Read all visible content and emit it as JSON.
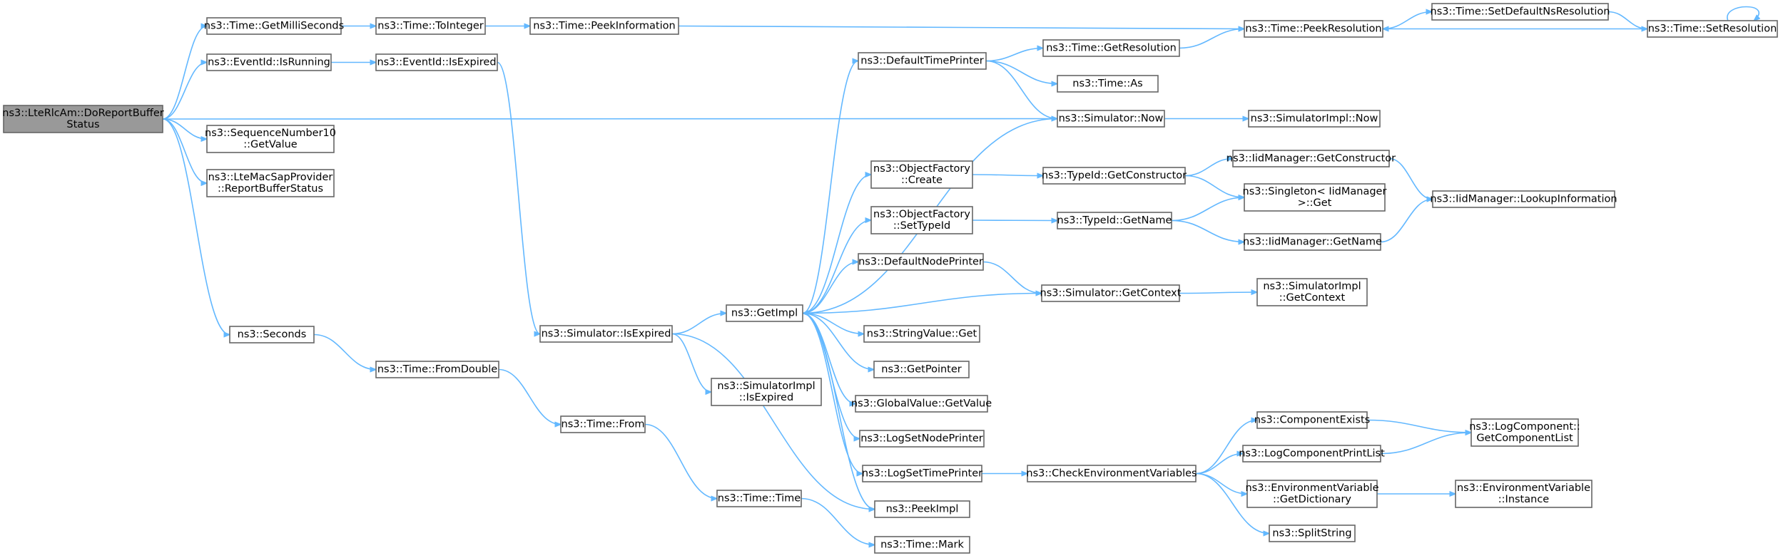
{
  "graph": {
    "root": "root",
    "nodes": [
      {
        "id": "root",
        "lines": [
          "ns3::LteRlcAm::DoReportBuffer",
          "Status"
        ],
        "root": true
      },
      {
        "id": "getMilli",
        "lines": [
          "ns3::Time::GetMilliSeconds"
        ]
      },
      {
        "id": "isRunning",
        "lines": [
          "ns3::EventId::IsRunning"
        ]
      },
      {
        "id": "seqGetValue",
        "lines": [
          "ns3::SequenceNumber10",
          "::GetValue"
        ]
      },
      {
        "id": "reportBuf",
        "lines": [
          "ns3::LteMacSapProvider",
          "::ReportBufferStatus"
        ]
      },
      {
        "id": "seconds",
        "lines": [
          "ns3::Seconds"
        ]
      },
      {
        "id": "toInteger",
        "lines": [
          "ns3::Time::ToInteger"
        ]
      },
      {
        "id": "isExpired",
        "lines": [
          "ns3::EventId::IsExpired"
        ]
      },
      {
        "id": "fromDouble",
        "lines": [
          "ns3::Time::FromDouble"
        ]
      },
      {
        "id": "peekInfo",
        "lines": [
          "ns3::Time::PeekInformation"
        ]
      },
      {
        "id": "simIsExpired",
        "lines": [
          "ns3::Simulator::IsExpired"
        ]
      },
      {
        "id": "implIsExpired",
        "lines": [
          "ns3::SimulatorImpl",
          "::IsExpired"
        ]
      },
      {
        "id": "from",
        "lines": [
          "ns3::Time::From"
        ]
      },
      {
        "id": "time",
        "lines": [
          "ns3::Time::Time"
        ]
      },
      {
        "id": "getImpl",
        "lines": [
          "ns3::GetImpl"
        ]
      },
      {
        "id": "defTimePrinter",
        "lines": [
          "ns3::DefaultTimePrinter"
        ]
      },
      {
        "id": "objCreate",
        "lines": [
          "ns3::ObjectFactory",
          "::Create"
        ]
      },
      {
        "id": "objSetTypeId",
        "lines": [
          "ns3::ObjectFactory",
          "::SetTypeId"
        ]
      },
      {
        "id": "defNodePrinter",
        "lines": [
          "ns3::DefaultNodePrinter"
        ]
      },
      {
        "id": "strGet",
        "lines": [
          "ns3::StringValue::Get"
        ]
      },
      {
        "id": "getPointer",
        "lines": [
          "ns3::GetPointer"
        ]
      },
      {
        "id": "globalGetValue",
        "lines": [
          "ns3::GlobalValue::GetValue"
        ]
      },
      {
        "id": "logSetNode",
        "lines": [
          "ns3::LogSetNodePrinter"
        ]
      },
      {
        "id": "logSetTime",
        "lines": [
          "ns3::LogSetTimePrinter"
        ]
      },
      {
        "id": "peekImpl",
        "lines": [
          "ns3::PeekImpl"
        ]
      },
      {
        "id": "mark",
        "lines": [
          "ns3::Time::Mark"
        ]
      },
      {
        "id": "getResolution",
        "lines": [
          "ns3::Time::GetResolution"
        ]
      },
      {
        "id": "as",
        "lines": [
          "ns3::Time::As"
        ]
      },
      {
        "id": "simNow",
        "lines": [
          "ns3::Simulator::Now"
        ]
      },
      {
        "id": "getCtor",
        "lines": [
          "ns3::TypeId::GetConstructor"
        ]
      },
      {
        "id": "getName",
        "lines": [
          "ns3::TypeId::GetName"
        ]
      },
      {
        "id": "simGetCtx",
        "lines": [
          "ns3::Simulator::GetContext"
        ]
      },
      {
        "id": "checkEnv",
        "lines": [
          "ns3::CheckEnvironmentVariables"
        ]
      },
      {
        "id": "peekRes",
        "lines": [
          "ns3::Time::PeekResolution"
        ]
      },
      {
        "id": "implNow",
        "lines": [
          "ns3::SimulatorImpl::Now"
        ]
      },
      {
        "id": "iidGetCtor",
        "lines": [
          "ns3::IidManager::GetConstructor"
        ]
      },
      {
        "id": "singleton",
        "lines": [
          "ns3::Singleton< IidManager",
          " >::Get"
        ]
      },
      {
        "id": "iidGetName",
        "lines": [
          "ns3::IidManager::GetName"
        ]
      },
      {
        "id": "implGetCtx",
        "lines": [
          "ns3::SimulatorImpl",
          "::GetContext"
        ]
      },
      {
        "id": "compExists",
        "lines": [
          "ns3::ComponentExists"
        ]
      },
      {
        "id": "logCompPrint",
        "lines": [
          "ns3::LogComponentPrintList"
        ]
      },
      {
        "id": "envGetDict",
        "lines": [
          "ns3::EnvironmentVariable",
          "::GetDictionary"
        ]
      },
      {
        "id": "splitString",
        "lines": [
          "ns3::SplitString"
        ]
      },
      {
        "id": "setDefNs",
        "lines": [
          "ns3::Time::SetDefaultNsResolution"
        ]
      },
      {
        "id": "setRes",
        "lines": [
          "ns3::Time::SetResolution"
        ]
      },
      {
        "id": "lookupInfo",
        "lines": [
          "ns3::IidManager::LookupInformation"
        ]
      },
      {
        "id": "getCompList",
        "lines": [
          "ns3::LogComponent::",
          "GetComponentList"
        ]
      },
      {
        "id": "envInstance",
        "lines": [
          "ns3::EnvironmentVariable",
          "::Instance"
        ]
      }
    ],
    "edges": [
      [
        "root",
        "getMilli"
      ],
      [
        "root",
        "isRunning"
      ],
      [
        "root",
        "simNow"
      ],
      [
        "root",
        "seqGetValue"
      ],
      [
        "root",
        "reportBuf"
      ],
      [
        "root",
        "seconds"
      ],
      [
        "getMilli",
        "toInteger"
      ],
      [
        "toInteger",
        "peekInfo"
      ],
      [
        "peekInfo",
        "peekRes"
      ],
      [
        "isRunning",
        "isExpired"
      ],
      [
        "isExpired",
        "simIsExpired"
      ],
      [
        "seconds",
        "fromDouble"
      ],
      [
        "fromDouble",
        "from"
      ],
      [
        "from",
        "time"
      ],
      [
        "time",
        "mark"
      ],
      [
        "simIsExpired",
        "getImpl"
      ],
      [
        "simIsExpired",
        "implIsExpired"
      ],
      [
        "simIsExpired",
        "peekImpl"
      ],
      [
        "getImpl",
        "defTimePrinter"
      ],
      [
        "getImpl",
        "objCreate"
      ],
      [
        "getImpl",
        "objSetTypeId"
      ],
      [
        "getImpl",
        "defNodePrinter"
      ],
      [
        "getImpl",
        "strGet"
      ],
      [
        "getImpl",
        "getPointer"
      ],
      [
        "getImpl",
        "globalGetValue"
      ],
      [
        "getImpl",
        "logSetNode"
      ],
      [
        "getImpl",
        "logSetTime"
      ],
      [
        "getImpl",
        "peekImpl"
      ],
      [
        "defTimePrinter",
        "getResolution"
      ],
      [
        "defTimePrinter",
        "as"
      ],
      [
        "defTimePrinter",
        "simNow"
      ],
      [
        "getResolution",
        "peekRes"
      ],
      [
        "simNow",
        "getImpl"
      ],
      [
        "simNow",
        "implNow"
      ],
      [
        "objCreate",
        "getCtor"
      ],
      [
        "getCtor",
        "iidGetCtor"
      ],
      [
        "getCtor",
        "singleton"
      ],
      [
        "objSetTypeId",
        "getName"
      ],
      [
        "getName",
        "singleton"
      ],
      [
        "getName",
        "iidGetName"
      ],
      [
        "iidGetCtor",
        "lookupInfo"
      ],
      [
        "iidGetName",
        "lookupInfo"
      ],
      [
        "defNodePrinter",
        "simGetCtx"
      ],
      [
        "simGetCtx",
        "getImpl"
      ],
      [
        "simGetCtx",
        "implGetCtx"
      ],
      [
        "logSetTime",
        "checkEnv"
      ],
      [
        "checkEnv",
        "compExists"
      ],
      [
        "checkEnv",
        "logCompPrint"
      ],
      [
        "checkEnv",
        "envGetDict"
      ],
      [
        "checkEnv",
        "splitString"
      ],
      [
        "compExists",
        "getCompList"
      ],
      [
        "logCompPrint",
        "getCompList"
      ],
      [
        "envGetDict",
        "envInstance"
      ],
      [
        "peekRes",
        "setDefNs"
      ],
      [
        "setDefNs",
        "setRes"
      ],
      [
        "setRes",
        "peekRes"
      ],
      [
        "setRes",
        "setRes"
      ]
    ]
  },
  "colors": {
    "edge": "#63b8ff",
    "node_border": "#666666",
    "node_fill": "#ffffff",
    "root_fill": "#999999",
    "text": "#000000"
  }
}
